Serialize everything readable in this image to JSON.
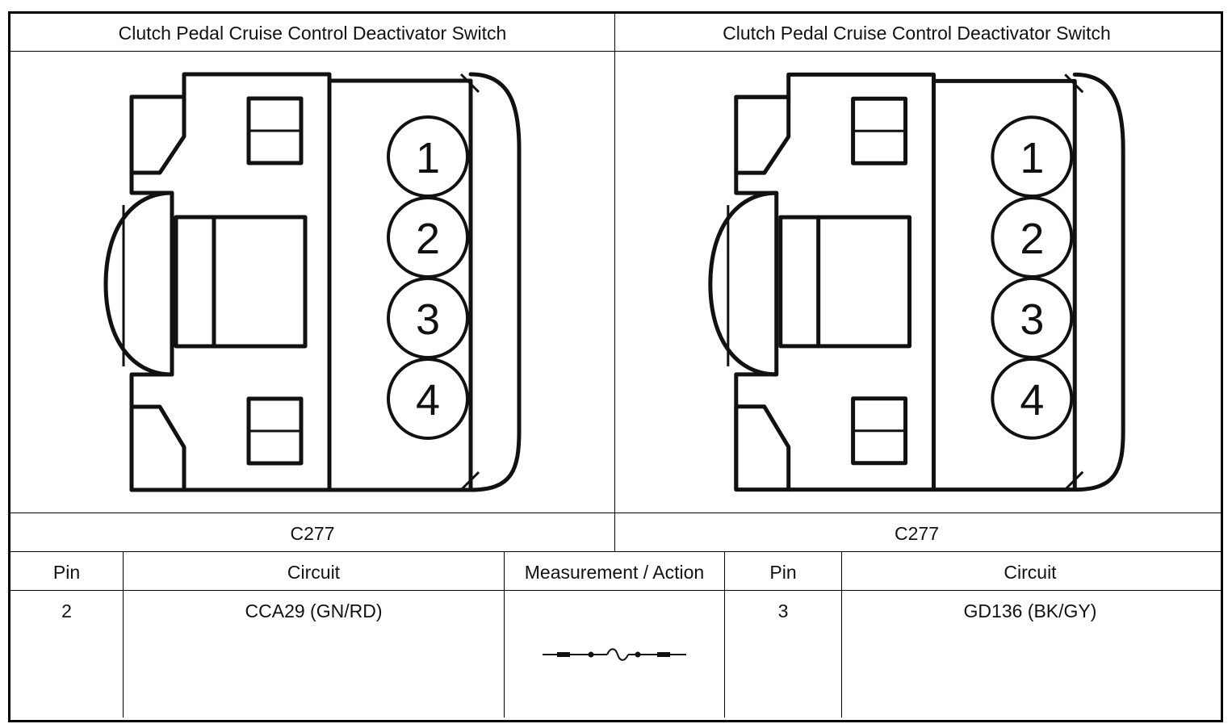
{
  "left_panel": {
    "title": "Clutch Pedal Cruise Control Deactivator Switch",
    "connector_id": "C277",
    "pins": [
      "1",
      "2",
      "3",
      "4"
    ]
  },
  "right_panel": {
    "title": "Clutch Pedal Cruise Control Deactivator Switch",
    "connector_id": "C277",
    "pins": [
      "1",
      "2",
      "3",
      "4"
    ]
  },
  "table": {
    "headers": {
      "pin_a": "Pin",
      "circuit_a": "Circuit",
      "measurement": "Measurement / Action",
      "pin_b": "Pin",
      "circuit_b": "Circuit"
    },
    "row": {
      "pin_a": "2",
      "circuit_a": "CCA29 (GN/RD)",
      "measurement_icon": "continuity-resistance-icon",
      "pin_b": "3",
      "circuit_b": "GD136 (BK/GY)"
    }
  }
}
